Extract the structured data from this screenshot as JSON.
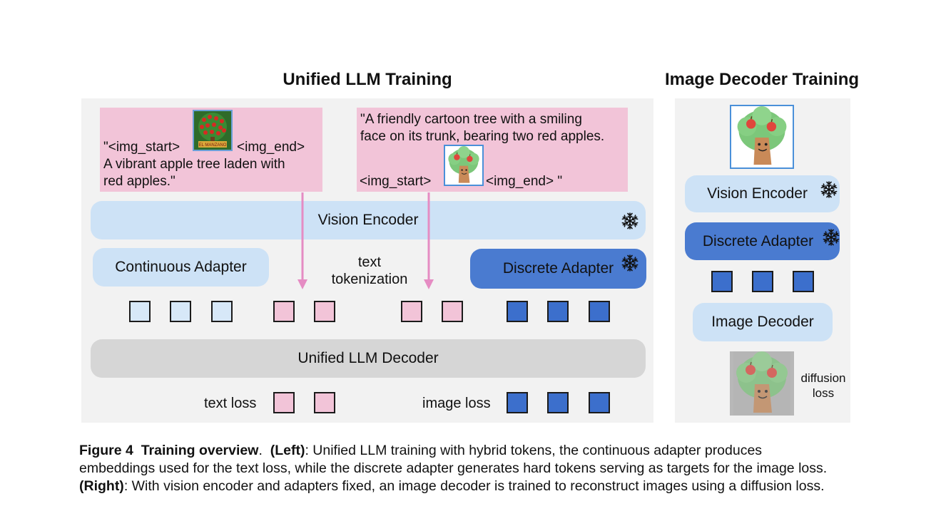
{
  "left": {
    "title": "Unified LLM Training",
    "text_box_1": {
      "line1_start": "\"<img_start>",
      "line1_end": "<img_end>",
      "line2": "A vibrant apple tree laden with",
      "line3": "red apples.\"",
      "image_sign": "EL MANZANO"
    },
    "text_box_2": {
      "line1": "\"A friendly cartoon tree with a smiling",
      "line2": "face on its trunk, bearing two red apples.",
      "line3_start": "<img_start>",
      "line3_end": "<img_end> \""
    },
    "vision_encoder": "Vision Encoder",
    "continuous_adapter": "Continuous Adapter",
    "text_tokenization_1": "text",
    "text_tokenization_2": "tokenization",
    "discrete_adapter": "Discrete Adapter",
    "llm_decoder": "Unified LLM Decoder",
    "text_loss": "text loss",
    "image_loss": "image loss"
  },
  "right": {
    "title": "Image Decoder Training",
    "vision_encoder": "Vision Encoder",
    "discrete_adapter": "Discrete Adapter",
    "image_decoder": "Image Decoder",
    "diffusion_loss_1": "diffusion",
    "diffusion_loss_2": "loss"
  },
  "caption": {
    "fig_label": "Figure 4",
    "fig_title": "Training overview",
    "left_tag": "(Left)",
    "line1_text": ": Unified LLM training with hybrid tokens, the continuous adapter produces",
    "line2_text": "embeddings used for the text loss, while the discrete adapter generates hard tokens serving as targets for the image loss.",
    "right_tag": "(Right)",
    "line3_text": ": With vision encoder and adapters fixed, an image decoder is trained to reconstruct images using a diffusion loss."
  },
  "colors": {
    "panel": "#f2f2f2",
    "pink": "#f2c4d8",
    "light_blue": "#cde2f6",
    "dark_blue": "#4a7bd0",
    "gray": "#d6d6d6",
    "arrow": "#e58cc3"
  },
  "icons": [
    "snowflake-icon",
    "apple-tree-photo",
    "cartoon-tree-image"
  ]
}
